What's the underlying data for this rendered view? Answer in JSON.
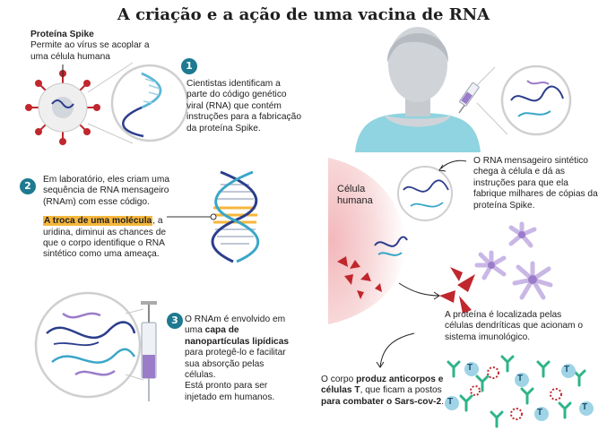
{
  "title": "A criação e a ação de uma vacina de RNA",
  "spike": {
    "label": "Proteína Spike",
    "desc_1": "Permite ao vírus se acoplar a",
    "desc_2": "uma célula humana"
  },
  "step1": {
    "number": "1",
    "lines": [
      "Cientistas identificam a",
      "parte do código genético",
      "viral (RNA) que contém",
      "instruções para a fabricação",
      "da proteína Spike."
    ]
  },
  "step2": {
    "number": "2",
    "lines": [
      "Em laboratório, eles criam uma",
      "sequência de RNA mensageiro",
      "(RNAm) com esse código."
    ],
    "highlight": "A troca de uma molécula",
    "after_highlight": ", a",
    "lines_b": [
      "uridina, diminui as chances de",
      "que o corpo identifique o RNA",
      "sintético como uma ameaça."
    ]
  },
  "step3": {
    "number": "3",
    "line1": "O RNAm é envolvido em",
    "line2_pre": "uma ",
    "line2_bold": "capa de",
    "line3_bold": "nanopartículas lipídicas",
    "lines_rest": [
      "para protegê-lo e facilitar",
      "sua absorção pelas",
      "células.",
      "Está pronto para ser",
      "injetado em humanos."
    ]
  },
  "cell": {
    "label_1": "Célula",
    "label_2": "humana",
    "text": [
      "O RNA mensageiro sintético",
      "chega à célula e dá as",
      "instruções para que ela",
      "fabrique milhares de cópias da",
      "proteína Spike."
    ]
  },
  "protein": {
    "text": [
      "A proteína é localizada pelas",
      "células dendríticas que acionam o",
      "sistema imunológico."
    ]
  },
  "immune": {
    "l1_pre": "O corpo ",
    "l1_bold": "produz anticorpos e",
    "l2_bold": "células T",
    "l2_post": ", que ficam a postos",
    "l3_bold": "para combater o Sars-cov-2",
    "l3_post": "."
  },
  "tcell_letter": "T",
  "colors": {
    "teal": "#1d7a90",
    "virus_red": "#c0272d",
    "rna_blue": "#2b3e8c",
    "highlight": "#f6b73c",
    "lipid_purple": "#9b7cc9",
    "antibody_green": "#2eb48a"
  }
}
